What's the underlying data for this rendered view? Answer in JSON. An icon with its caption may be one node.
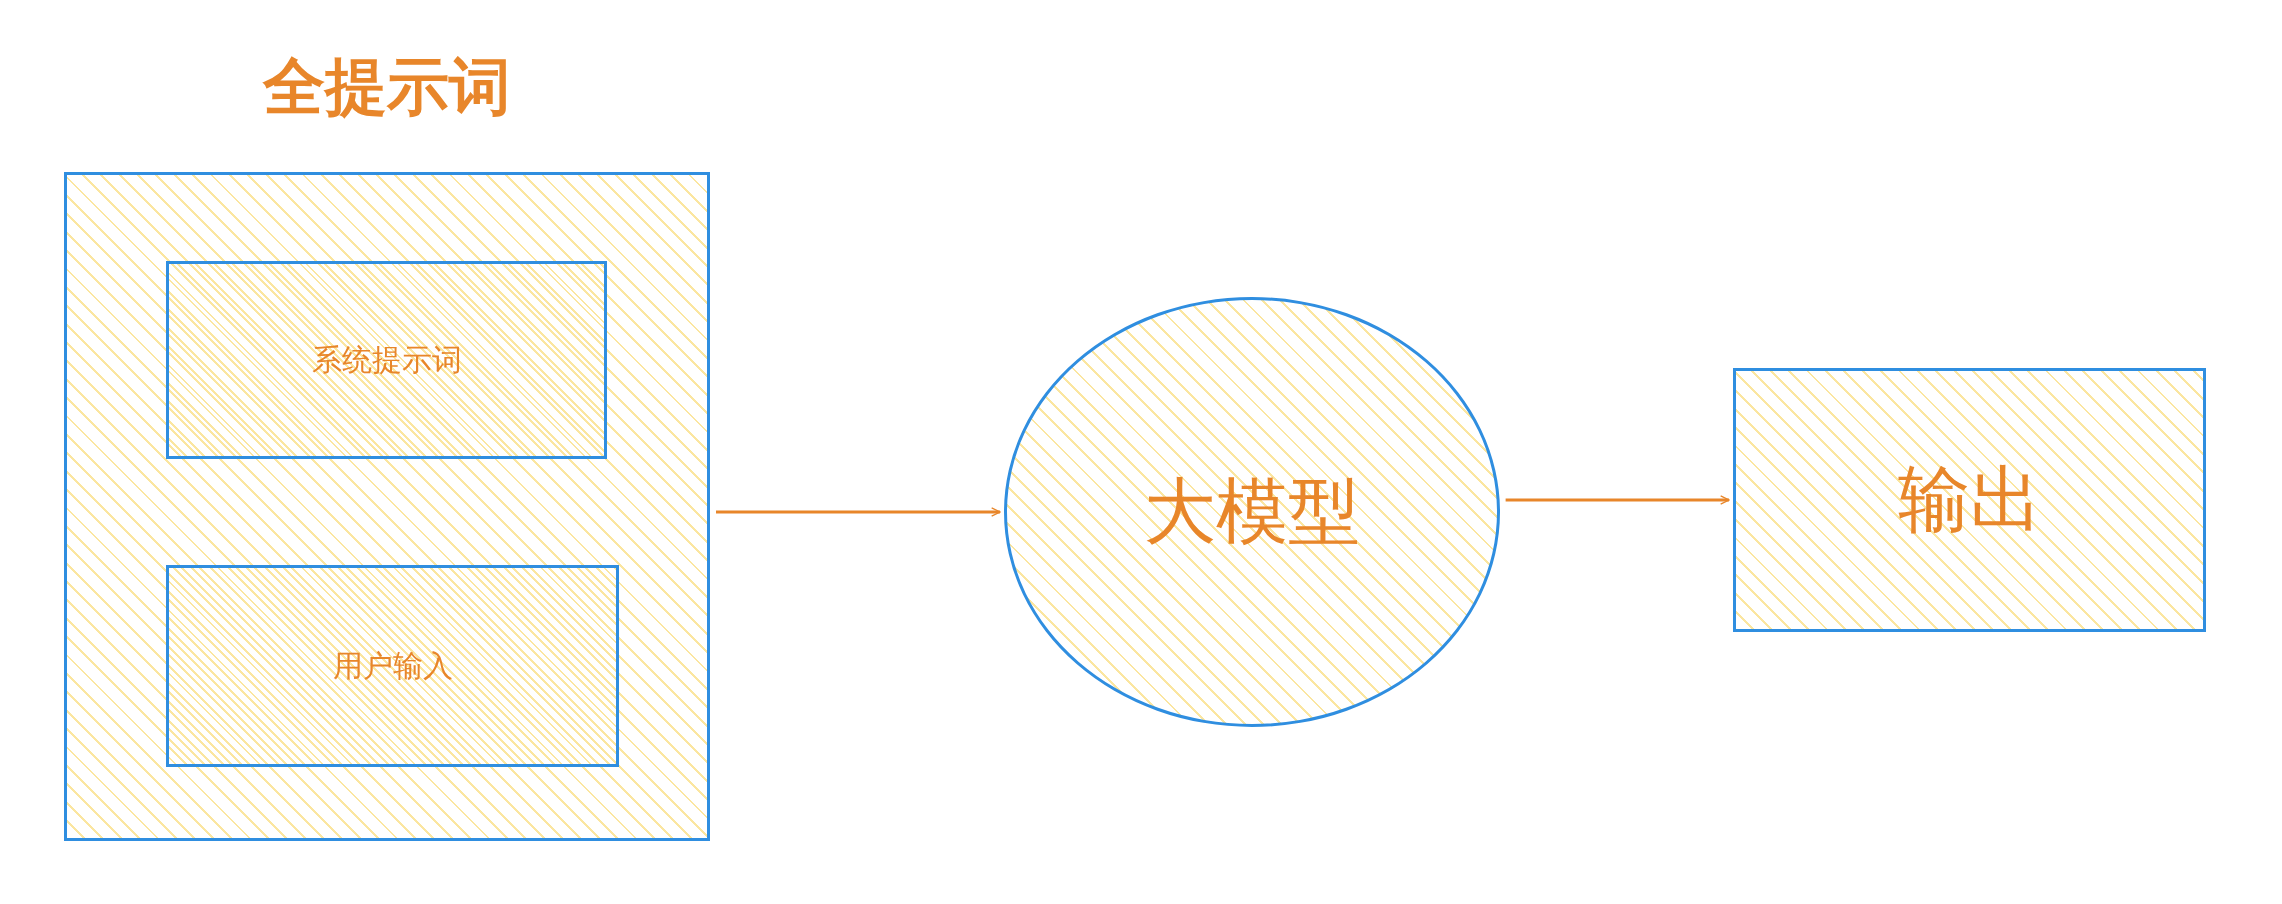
{
  "diagram": {
    "nodes": [
      {
        "text": [
          "全提示词"
        ]
      },
      {
        "text": [
          "系统提示词"
        ],
        "in": 0
      },
      {
        "text": [
          "用户输入"
        ],
        "in": 0
      },
      {
        "text": [
          "大模型"
        ]
      },
      {
        "text": [
          "输出"
        ]
      }
    ],
    "edges": [
      {
        "from": 0,
        "to": 3,
        "arrow": "to"
      },
      {
        "from": 3,
        "to": 4,
        "arrow": "to"
      }
    ]
  }
}
